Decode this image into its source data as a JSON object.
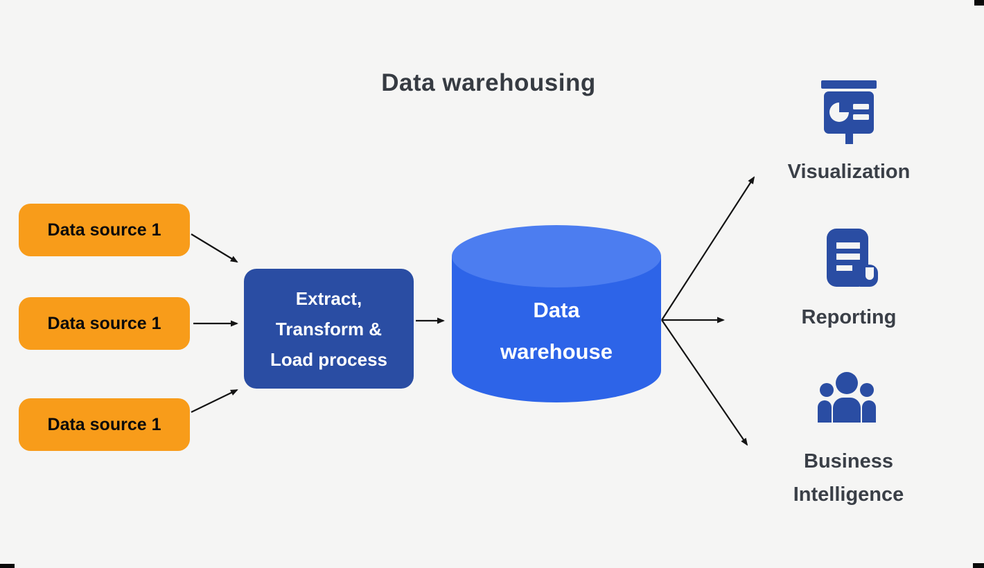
{
  "title": "Data warehousing",
  "sources": [
    {
      "label": "Data source 1"
    },
    {
      "label": "Data source 1"
    },
    {
      "label": "Data source 1"
    }
  ],
  "etl": {
    "lines": [
      "Extract,",
      "Transform &",
      "Load process"
    ]
  },
  "warehouse": {
    "lines": [
      "Data",
      "warehouse"
    ]
  },
  "outputs": [
    {
      "label": "Visualization",
      "icon": "presentation-chart-icon"
    },
    {
      "label": "Reporting",
      "icon": "report-scroll-icon"
    },
    {
      "label": "Business Intelligence",
      "icon": "people-group-icon"
    }
  ],
  "colors": {
    "background": "#F5F5F4",
    "source_orange": "#F89C1A",
    "etl_blue": "#2A4DA3",
    "icon_blue": "#2A4DA3",
    "cylinder_blue": "#2D64E8",
    "cylinder_top_blue": "#4C7DF0",
    "label_text": "#3A3F47",
    "arrow_black": "#141414"
  }
}
